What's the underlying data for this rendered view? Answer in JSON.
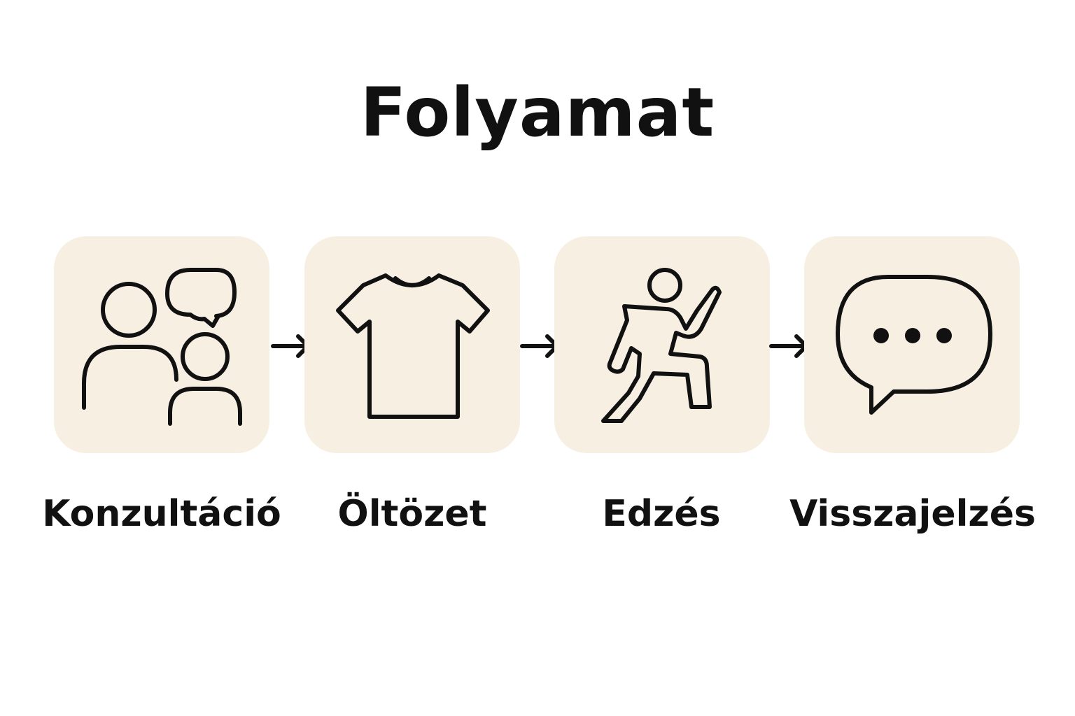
{
  "title": "Folyamat",
  "colors": {
    "box_background": "#f7efe2",
    "ink": "#111111",
    "page_background": "#ffffff"
  },
  "steps": [
    {
      "label": "Konzultáció",
      "icon": "people-speech-bubble-icon"
    },
    {
      "label": "Öltözet",
      "icon": "t-shirt-icon"
    },
    {
      "label": "Edzés",
      "icon": "running-person-icon"
    },
    {
      "label": "Visszajelzés",
      "icon": "chat-bubble-dots-icon"
    }
  ],
  "connectors": [
    {
      "icon": "arrow-right-icon"
    },
    {
      "icon": "arrow-right-icon"
    },
    {
      "icon": "arrow-right-icon"
    }
  ]
}
